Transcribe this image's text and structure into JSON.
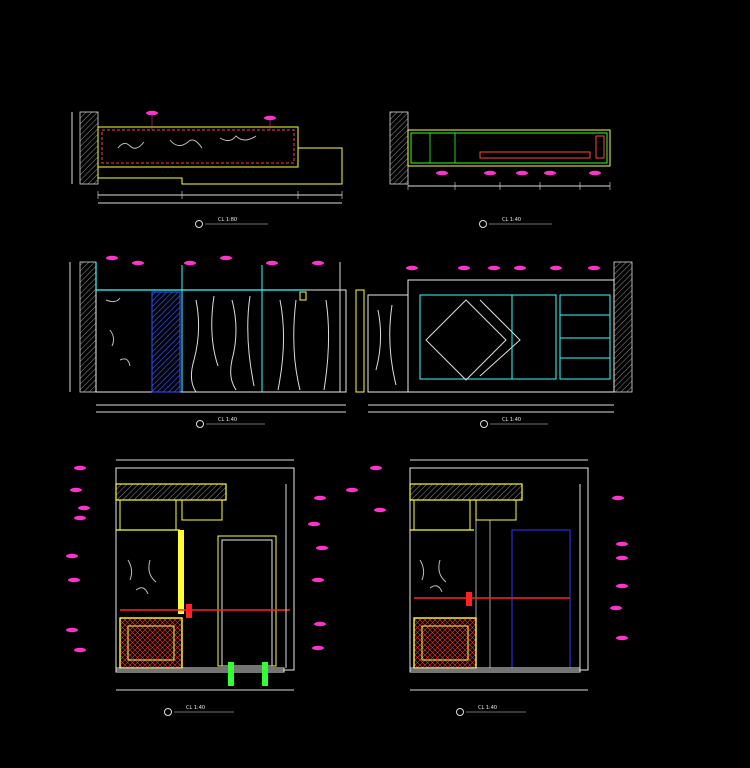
{
  "drawing": {
    "background": "#000000",
    "colors": {
      "wall_hatch": "#ffffff",
      "outline_white": "#e8e8e8",
      "yellow": "#ffff33",
      "green": "#33ff33",
      "cyan": "#33ffff",
      "blue": "#3333ff",
      "red": "#ff2222",
      "magenta": "#ff33cc",
      "dim_line": "#dddddd"
    },
    "views": [
      {
        "id": "view-1",
        "scale_label": "CL 1:80",
        "name_label": "",
        "dims": [
          "",
          "",
          ""
        ]
      },
      {
        "id": "view-2",
        "scale_label": "CL 1:40",
        "name_label": "",
        "dims": [
          "",
          "",
          "",
          "",
          ""
        ]
      },
      {
        "id": "view-3",
        "scale_label": "CL 1:40",
        "name_label": "",
        "dims": [
          "",
          "",
          "",
          ""
        ]
      },
      {
        "id": "view-4",
        "scale_label": "CL 1:40",
        "name_label": "",
        "dims": [
          "",
          "",
          ""
        ]
      },
      {
        "id": "view-5",
        "scale_label": "CL 1:40",
        "name_label": "",
        "dims": [
          "",
          "",
          ""
        ]
      },
      {
        "id": "view-6",
        "scale_label": "CL 1:40",
        "name_label": "",
        "dims": [
          "",
          "",
          ""
        ]
      }
    ],
    "callout_icon": "section-callout-icon",
    "leader_tag_icon": "magenta-leader-tag-icon"
  }
}
